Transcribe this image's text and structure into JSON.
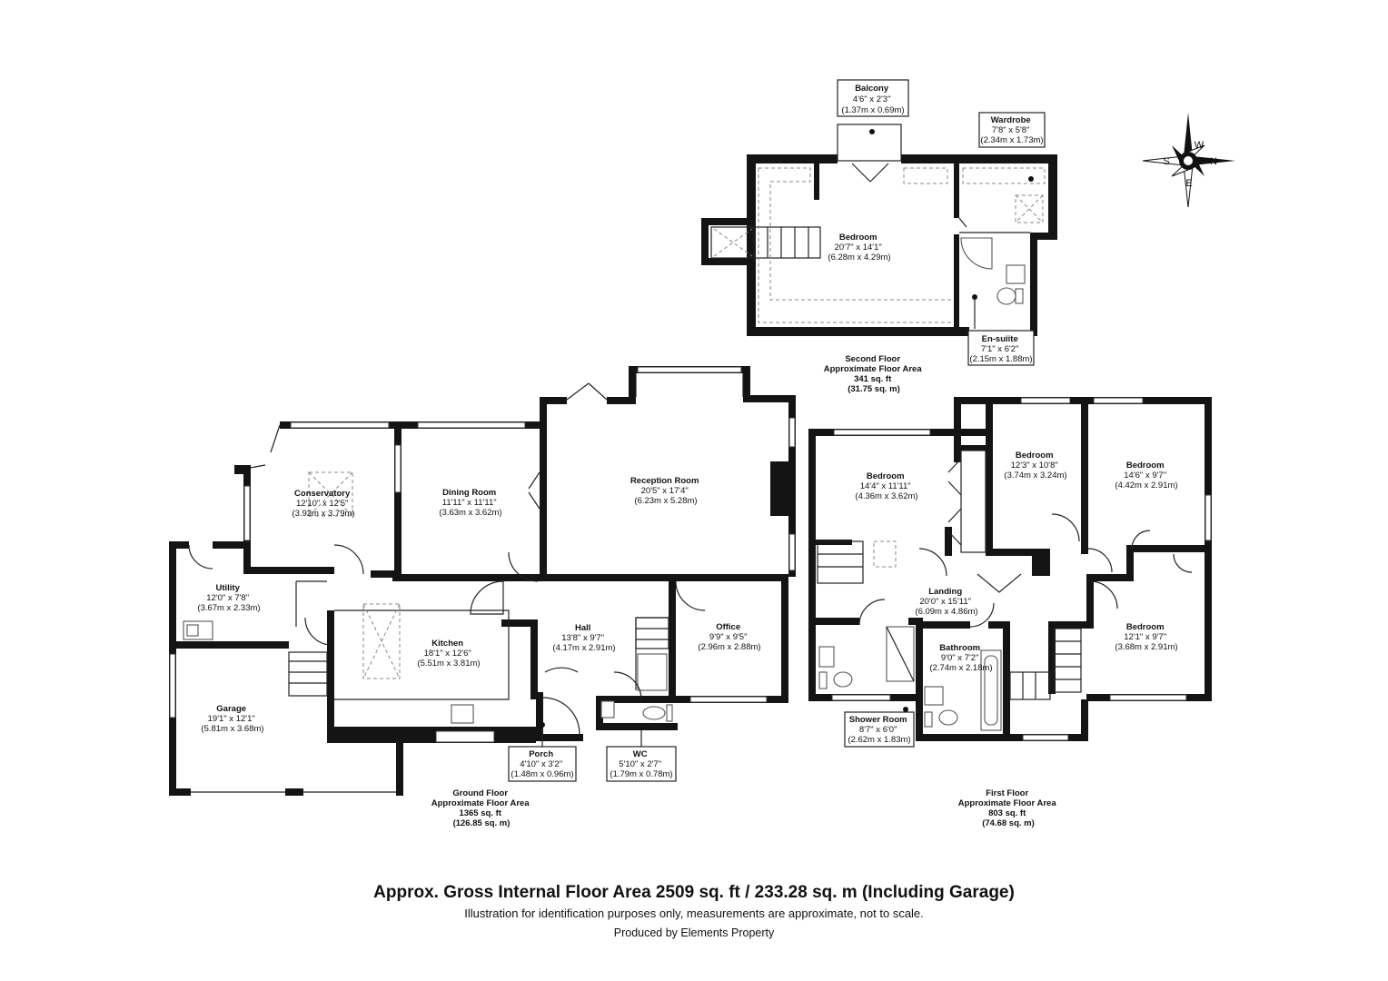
{
  "rooms": {
    "balcony": {
      "name": "Balcony",
      "imp": "4'6\" x 2'3\"",
      "met": "(1.37m x 0.69m)"
    },
    "wardrobe": {
      "name": "Wardrobe",
      "imp": "7'8\" x 5'8\"",
      "met": "(2.34m x 1.73m)"
    },
    "bedroom_top": {
      "name": "Bedroom",
      "imp": "20'7\" x 14'1\"",
      "met": "(6.28m x 4.29m)"
    },
    "ensuite": {
      "name": "En-suiite",
      "imp": "7'1\" x 6'2\"",
      "met": "(2.15m x 1.88m)"
    },
    "conservatory": {
      "name": "Conservatory",
      "imp": "12'10\" x 12'5\"",
      "met": "(3.92m x 3.79m)"
    },
    "dining": {
      "name": "Dining Room",
      "imp": "11'11\" x 11'11\"",
      "met": "(3.63m x 3.62m)"
    },
    "reception": {
      "name": "Reception Room",
      "imp": "20'5\" x 17'4\"",
      "met": "(6.23m x 5.28m)"
    },
    "utility": {
      "name": "Utility",
      "imp": "12'0\" x 7'8\"",
      "met": "(3.67m x 2.33m)"
    },
    "kitchen": {
      "name": "Kitchen",
      "imp": "18'1\" x 12'6\"",
      "met": "(5.51m x 3.81m)"
    },
    "hall": {
      "name": "Hall",
      "imp": "13'8\" x 9'7\"",
      "met": "(4.17m x 2.91m)"
    },
    "office": {
      "name": "Office",
      "imp": "9'9\" x 9'5\"",
      "met": "(2.96m x 2.88m)"
    },
    "garage": {
      "name": "Garage",
      "imp": "19'1\" x 12'1\"",
      "met": "(5.81m x 3.68m)"
    },
    "porch": {
      "name": "Porch",
      "imp": "4'10\" x 3'2\"",
      "met": "(1.48m x 0.96m)"
    },
    "wc": {
      "name": "WC",
      "imp": "5'10\" x 2'7\"",
      "met": "(1.79m x 0.78m)"
    },
    "bed1": {
      "name": "Bedroom",
      "imp": "14'4\" x 11'11\"",
      "met": "(4.36m x 3.62m)"
    },
    "bed2": {
      "name": "Bedroom",
      "imp": "12'3\" x 10'8\"",
      "met": "(3.74m x 3.24m)"
    },
    "bed3": {
      "name": "Bedroom",
      "imp": "14'6\" x 9'7\"",
      "met": "(4.42m x 2.91m)"
    },
    "landing": {
      "name": "Landing",
      "imp": "20'0\" x 15'11\"",
      "met": "(6.09m x 4.86m)"
    },
    "bathroom": {
      "name": "Bathroom",
      "imp": "9'0\" x 7'2\"",
      "met": "(2.74m x 2.18m)"
    },
    "bed4": {
      "name": "Bedroom",
      "imp": "12'1\" x 9'7\"",
      "met": "(3.68m x 2.91m)"
    },
    "shower": {
      "name": "Shower Room",
      "imp": "8'7\" x 6'0\"",
      "met": "(2.62m x 1.83m)"
    }
  },
  "floors": {
    "second": {
      "l1": "Second Floor",
      "l2": "Approximate Floor Area",
      "l3": "341 sq. ft",
      "l4": "(31.75 sq. m)"
    },
    "ground": {
      "l1": "Ground Floor",
      "l2": "Approximate Floor Area",
      "l3": "1365 sq. ft",
      "l4": "(126.85 sq. m)"
    },
    "first": {
      "l1": "First Floor",
      "l2": "Approximate Floor Area",
      "l3": "803 sq. ft",
      "l4": "(74.68 sq. m)"
    }
  },
  "compass": {
    "n": "N",
    "s": "S",
    "e": "E",
    "w": "W"
  },
  "footer": {
    "total": "Approx. Gross Internal Floor Area 2509 sq. ft / 233.28 sq. m (Including Garage)",
    "disclaimer": "Illustration for identification purposes only, measurements are approximate, not to scale.",
    "producer": "Produced by Elements Property"
  }
}
